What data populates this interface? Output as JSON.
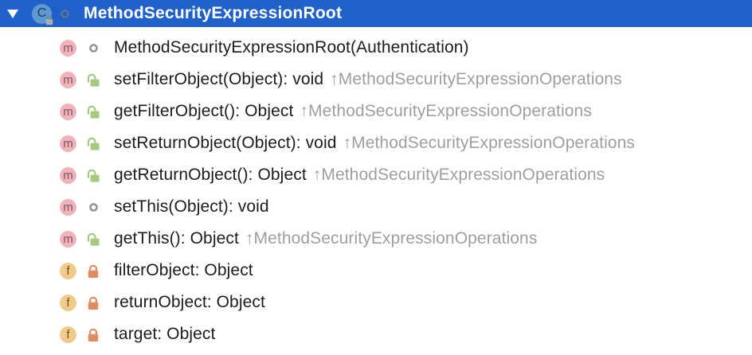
{
  "header": {
    "title": "MethodSecurityExpressionRoot",
    "class_letter": "C",
    "visibility": "package-private",
    "expanded": true
  },
  "colors": {
    "selection_bg": "#2061C9",
    "selection_text": "#FFFFFF",
    "row_text": "#1C1C1C",
    "inherited_text": "#9E9EA0",
    "method_badge": "#F1B2BC",
    "field_badge": "#F1CB88",
    "class_badge": "#5E99D3",
    "public_lock_green": "#A4C97F",
    "private_lock_orange": "#DF8D62",
    "package_ring_gray": "#8F9093"
  },
  "icons": {
    "expand": "filled-down-triangle",
    "class": "blue-circle-C-with-lock",
    "method": "pink-circle-m",
    "field": "tan-circle-f",
    "public": "open-padlock-green",
    "private": "closed-padlock-orange",
    "package_private": "gray-ring"
  },
  "tree": {
    "rows": [
      {
        "kind": "method",
        "icon_letter": "m",
        "visibility": "package-private",
        "signature": "MethodSecurityExpressionRoot(Authentication)",
        "inherited_from": ""
      },
      {
        "kind": "method",
        "icon_letter": "m",
        "visibility": "public",
        "signature": "setFilterObject(Object): void",
        "inherited_from": "↑MethodSecurityExpressionOperations"
      },
      {
        "kind": "method",
        "icon_letter": "m",
        "visibility": "public",
        "signature": "getFilterObject(): Object",
        "inherited_from": "↑MethodSecurityExpressionOperations"
      },
      {
        "kind": "method",
        "icon_letter": "m",
        "visibility": "public",
        "signature": "setReturnObject(Object): void",
        "inherited_from": "↑MethodSecurityExpressionOperations"
      },
      {
        "kind": "method",
        "icon_letter": "m",
        "visibility": "public",
        "signature": "getReturnObject(): Object",
        "inherited_from": "↑MethodSecurityExpressionOperations"
      },
      {
        "kind": "method",
        "icon_letter": "m",
        "visibility": "package-private",
        "signature": "setThis(Object): void",
        "inherited_from": ""
      },
      {
        "kind": "method",
        "icon_letter": "m",
        "visibility": "public",
        "signature": "getThis(): Object",
        "inherited_from": "↑MethodSecurityExpressionOperations"
      },
      {
        "kind": "field",
        "icon_letter": "f",
        "visibility": "private",
        "signature": "filterObject: Object",
        "inherited_from": ""
      },
      {
        "kind": "field",
        "icon_letter": "f",
        "visibility": "private",
        "signature": "returnObject: Object",
        "inherited_from": ""
      },
      {
        "kind": "field",
        "icon_letter": "f",
        "visibility": "private",
        "signature": "target: Object",
        "inherited_from": ""
      }
    ]
  }
}
